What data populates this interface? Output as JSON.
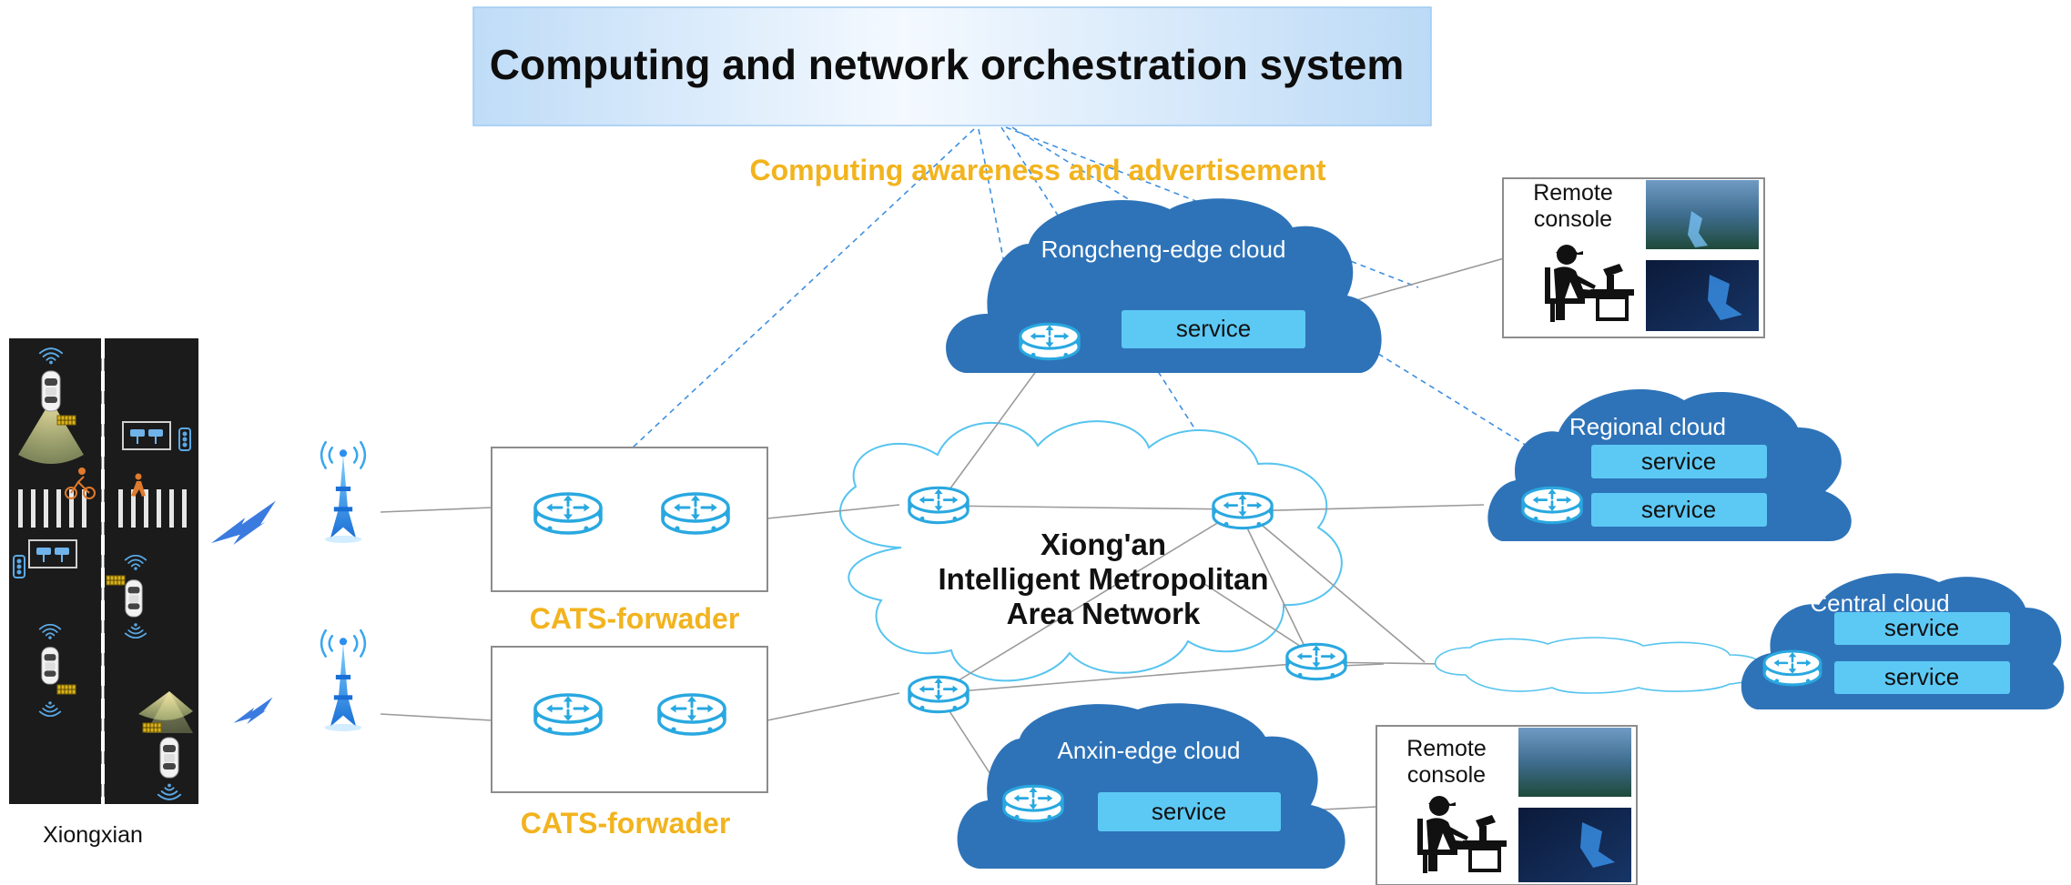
{
  "title": "Computing and network orchestration system",
  "awareness_label": "Computing awareness and advertisement",
  "clouds": {
    "rongcheng": {
      "label": "Rongcheng-edge cloud",
      "services": [
        "service"
      ]
    },
    "regional": {
      "label": "Regional cloud",
      "services": [
        "service",
        "service"
      ]
    },
    "central": {
      "label": "Central cloud",
      "services": [
        "service",
        "service"
      ]
    },
    "anxin": {
      "label": "Anxin-edge cloud",
      "services": [
        "service"
      ]
    }
  },
  "network": {
    "lines": [
      "Xiong'an",
      "Intelligent Metropolitan",
      "Area Network"
    ]
  },
  "forwarders": {
    "top_label": "CATS-forwader",
    "bottom_label": "CATS-forwader"
  },
  "consoles": {
    "top": [
      "Remote",
      "console"
    ],
    "bottom": [
      "Remote",
      "console"
    ]
  },
  "road_label": "Xiongxian",
  "colors": {
    "cloud_blue": "#2e73b8",
    "service_fill": "#5cc9f5",
    "router_cyan": "#29a8e0",
    "accent_orange": "#f2b31e",
    "title_band": "#cfe6fb",
    "dashed_link": "#3d8fe0",
    "road": "#1b1b1b"
  },
  "icons": [
    "router-icon",
    "cell-tower-icon",
    "lightning-icon",
    "operator-icon",
    "monitor-icon",
    "car-icon",
    "camera-icon",
    "traffic-light-icon",
    "cyclist-icon",
    "pedestrian-icon"
  ]
}
